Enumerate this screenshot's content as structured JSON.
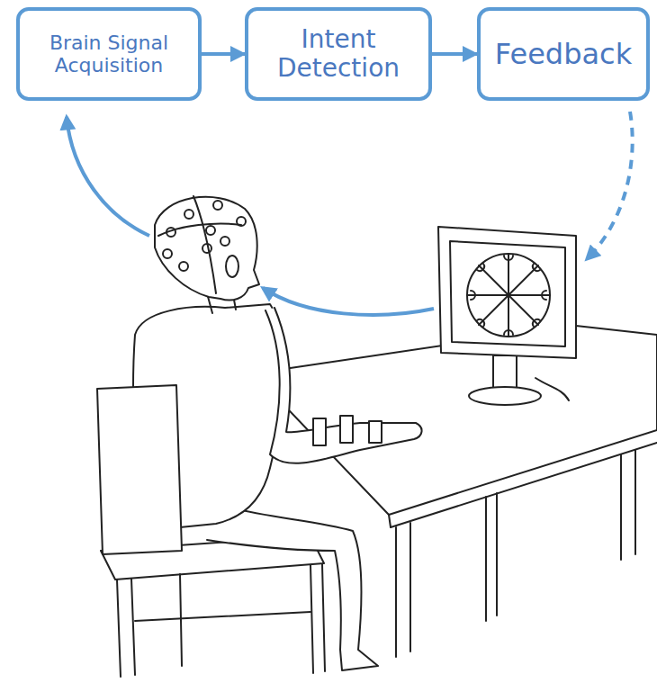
{
  "diagram": {
    "nodes": [
      {
        "text": [
          "Brain Signal Acquisition"
        ]
      },
      {
        "text": [
          "Intent Detection"
        ]
      },
      {
        "text": [
          "Feedback"
        ]
      }
    ],
    "edges": [
      {
        "from": 0,
        "to": 1,
        "arrow": "to"
      },
      {
        "from": 1,
        "to": 2,
        "arrow": "to"
      }
    ]
  }
}
